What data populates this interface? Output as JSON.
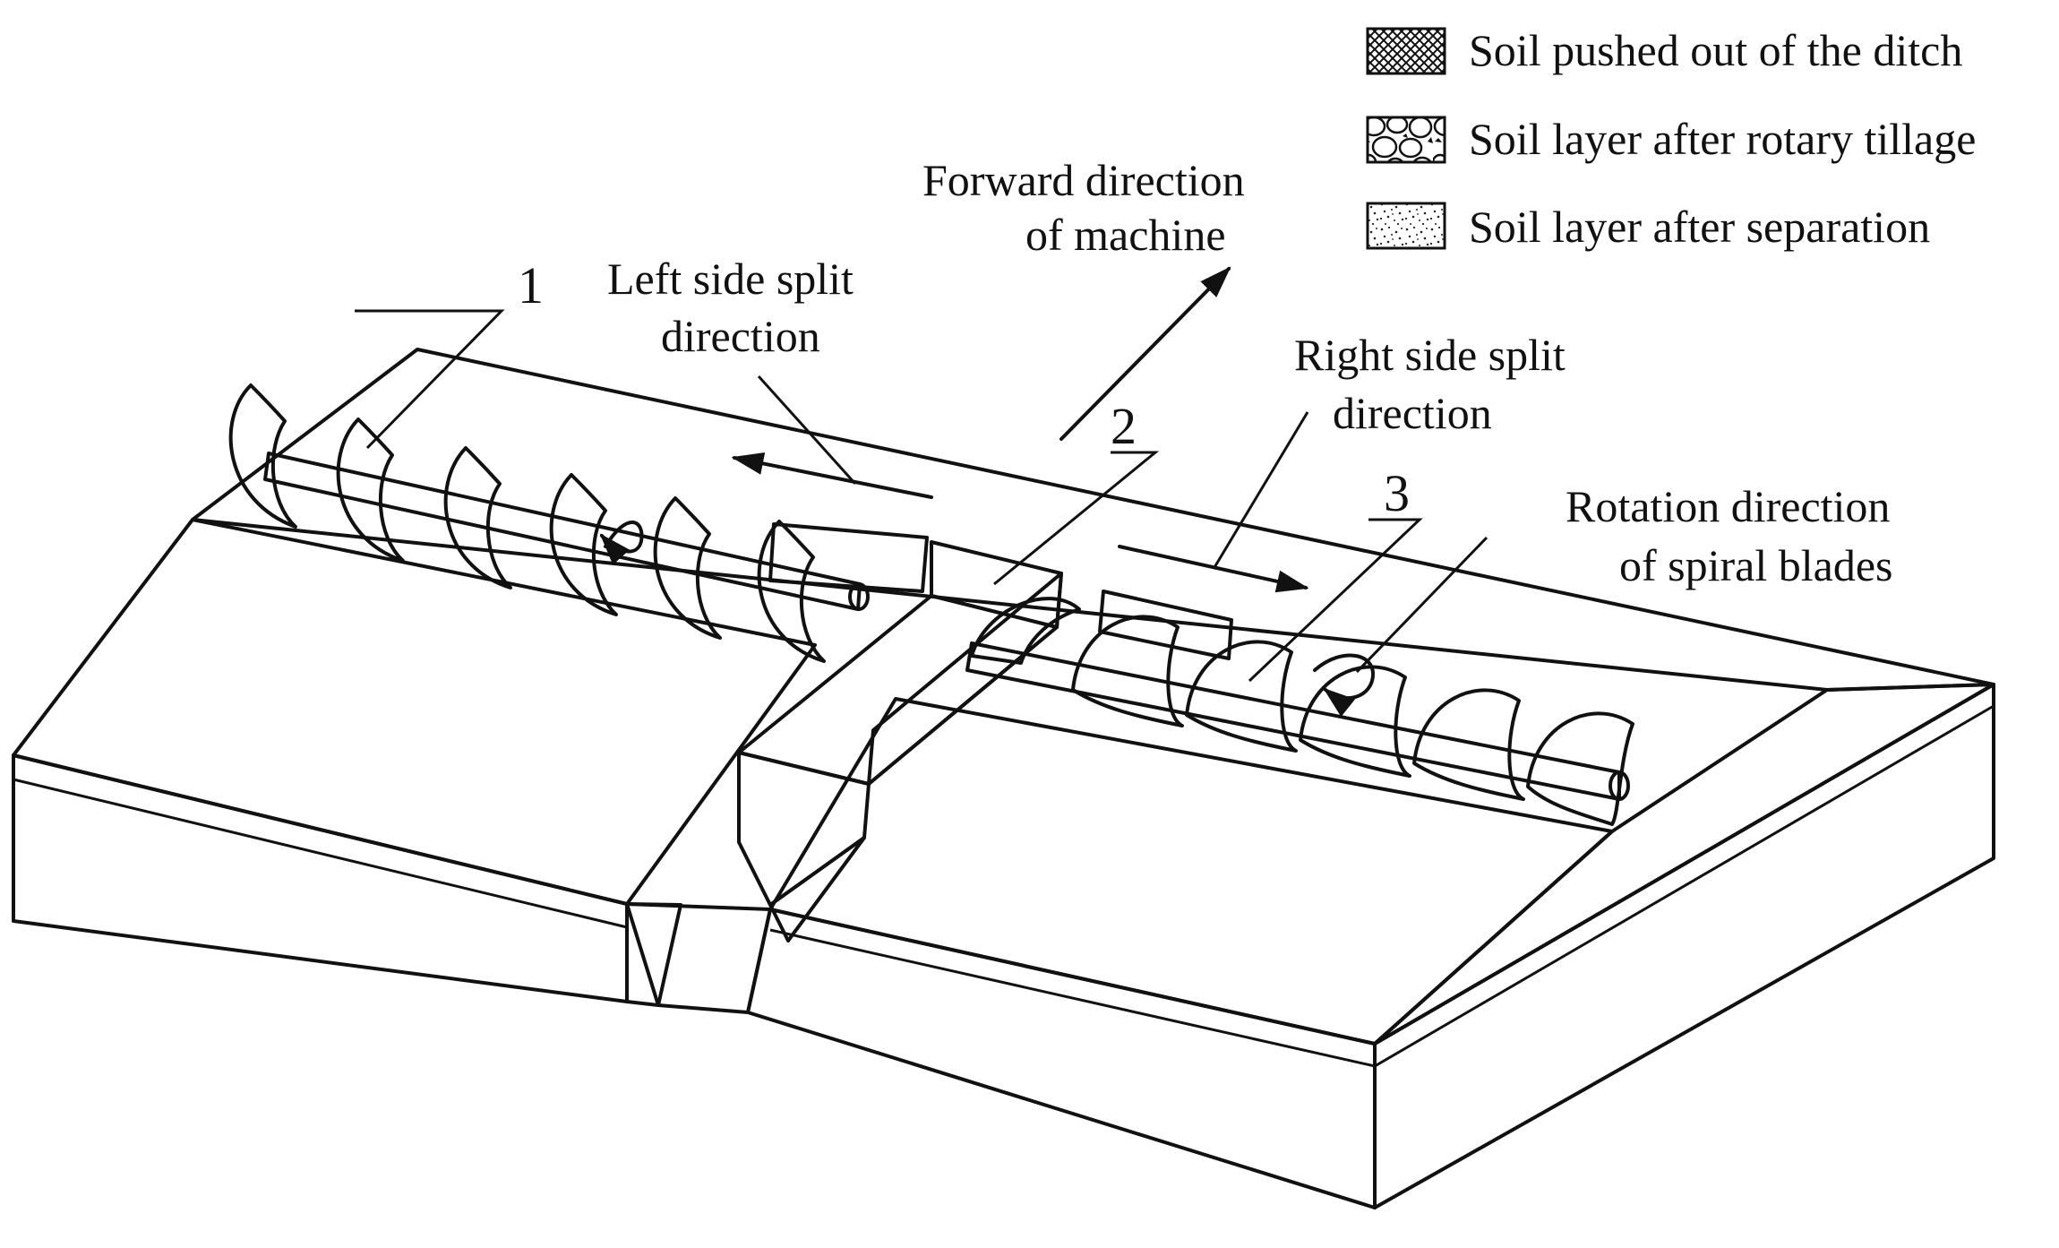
{
  "legend": {
    "items": [
      {
        "pattern": "crosshatch",
        "label": "Soil pushed out of the ditch"
      },
      {
        "pattern": "pebbles",
        "label": "Soil layer after rotary tillage"
      },
      {
        "pattern": "stipple",
        "label": "Soil layer after separation"
      }
    ]
  },
  "annotations": {
    "forward_line1": "Forward direction",
    "forward_line2": "of machine",
    "left_line1": "Left side split",
    "left_line2": "direction",
    "right_line1": "Right side split",
    "right_line2": "direction",
    "rotation_line1": "Rotation direction",
    "rotation_line2": "of spiral blades"
  },
  "part_numbers": {
    "p1": "1",
    "p2": "2",
    "p3": "3"
  },
  "colors": {
    "ink": "#111111",
    "background": "#ffffff"
  }
}
